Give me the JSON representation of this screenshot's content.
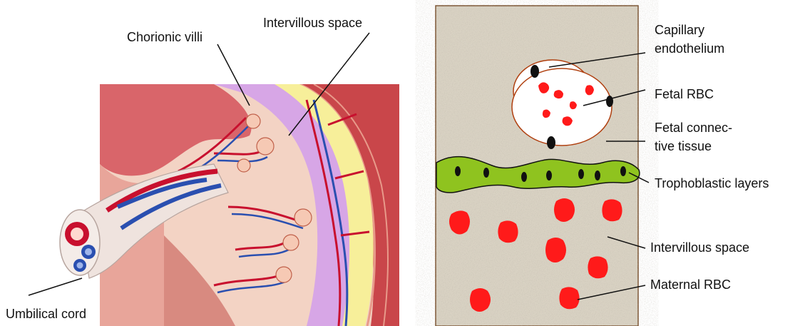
{
  "left_panel": {
    "labels": {
      "chorionic_villi": "Chorionic villi",
      "intervillous_space": "Intervillous space",
      "umbilical_cord": "Umbilical cord"
    }
  },
  "right_panel": {
    "labels": {
      "capillary_endothelium_line1": "Capillary",
      "capillary_endothelium_line2": "endothelium",
      "fetal_rbc": "Fetal RBC",
      "fetal_connective_line1": "Fetal connec-",
      "fetal_connective_line2": "tive tissue",
      "trophoblastic_layers": "Trophoblastic layers",
      "intervillous_space": "Intervillous space",
      "maternal_rbc": "Maternal RBC"
    }
  },
  "colors": {
    "rbc_red": "#ff1a1a",
    "trophoblast_green": "#8fc31f",
    "panel_background": "#d9d2c3",
    "capillary_outline": "#b04010",
    "artery_red": "#c8102e",
    "vein_blue": "#2a4fb0",
    "intervillous_lilac": "#d7a6e6"
  }
}
